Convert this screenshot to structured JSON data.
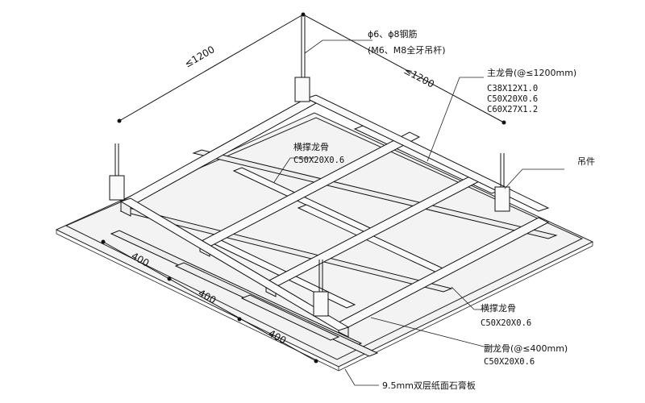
{
  "labels": {
    "rebar_line1": "ϕ6、ϕ8钢筋",
    "rebar_line2": "(M6、M8全牙吊杆)",
    "main_title": "主龙骨(@≤1200mm)",
    "main_spec1": "C38X12X1.0",
    "main_spec2": "C50X20X0.6",
    "main_spec3": "C60X27X1.2",
    "hanger": "吊件",
    "cross_top_title": "横撑龙骨",
    "cross_top_spec": "C50X20X0.6",
    "cross_right_title": "横撑龙骨",
    "cross_right_spec": "C50X20X0.6",
    "sub_title": "副龙骨(@≤400mm)",
    "sub_spec": "C50X20X0.6",
    "board": "9.5mm双层纸面石膏板"
  },
  "dimensions": {
    "left_span": "≤1200",
    "right_span": "≤1200",
    "sub_spacing_1": "400",
    "sub_spacing_2": "400",
    "sub_spacing_3": "400"
  }
}
